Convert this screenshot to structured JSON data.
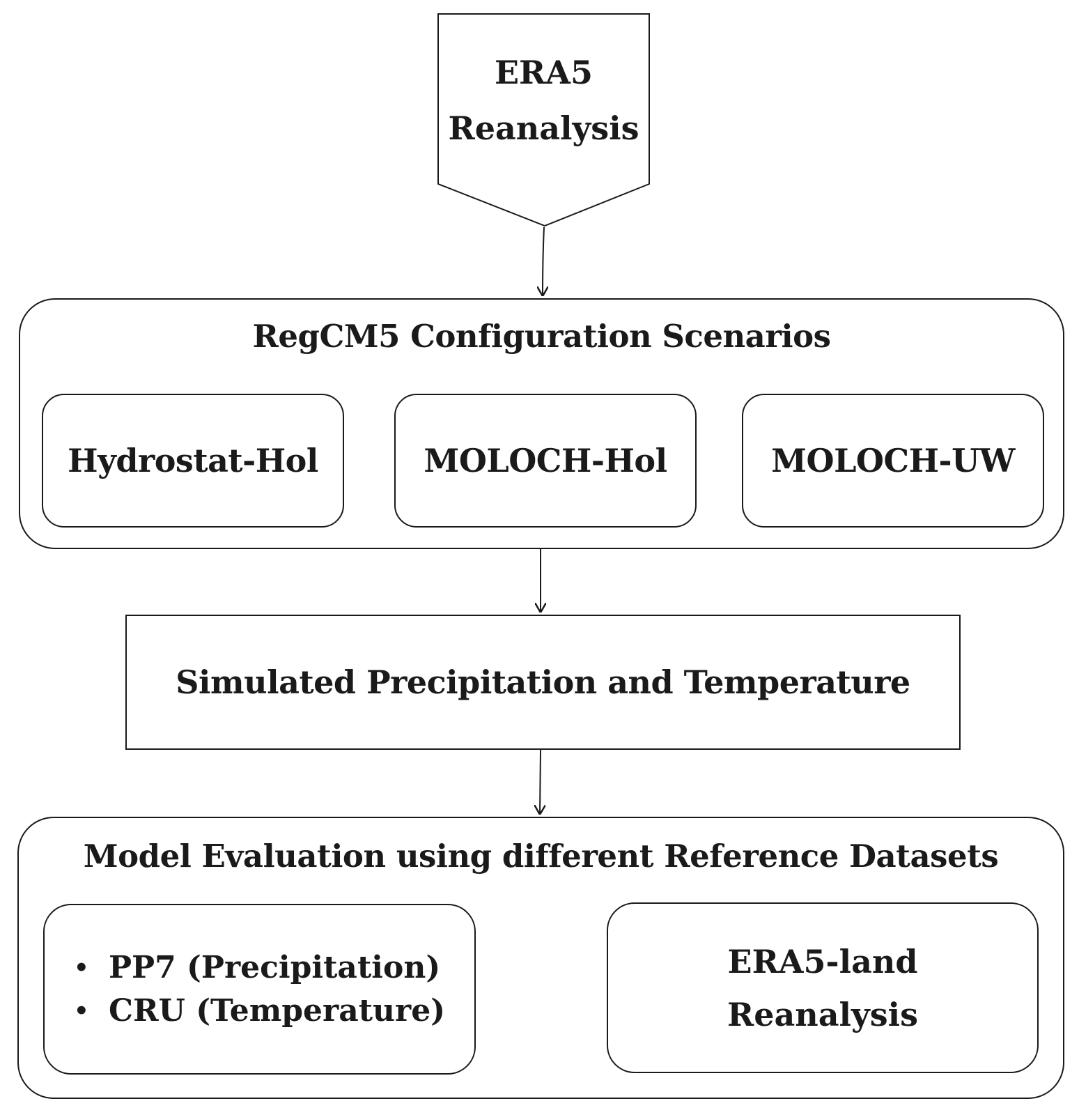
{
  "source_node": {
    "line1": "ERA5",
    "line2": "Reanalysis"
  },
  "config_group": {
    "title": "RegCM5 Configuration Scenarios",
    "scenarios": [
      "Hydrostat-Hol",
      "MOLOCH-Hol",
      "MOLOCH-UW"
    ]
  },
  "output_node": {
    "label": "Simulated Precipitation and Temperature"
  },
  "evaluation_group": {
    "title": "Model Evaluation using different Reference Datasets",
    "observations": [
      "PP7 (Precipitation)",
      "CRU (Temperature)"
    ],
    "reanalysis": {
      "line1": "ERA5-land",
      "line2": "Reanalysis"
    }
  }
}
